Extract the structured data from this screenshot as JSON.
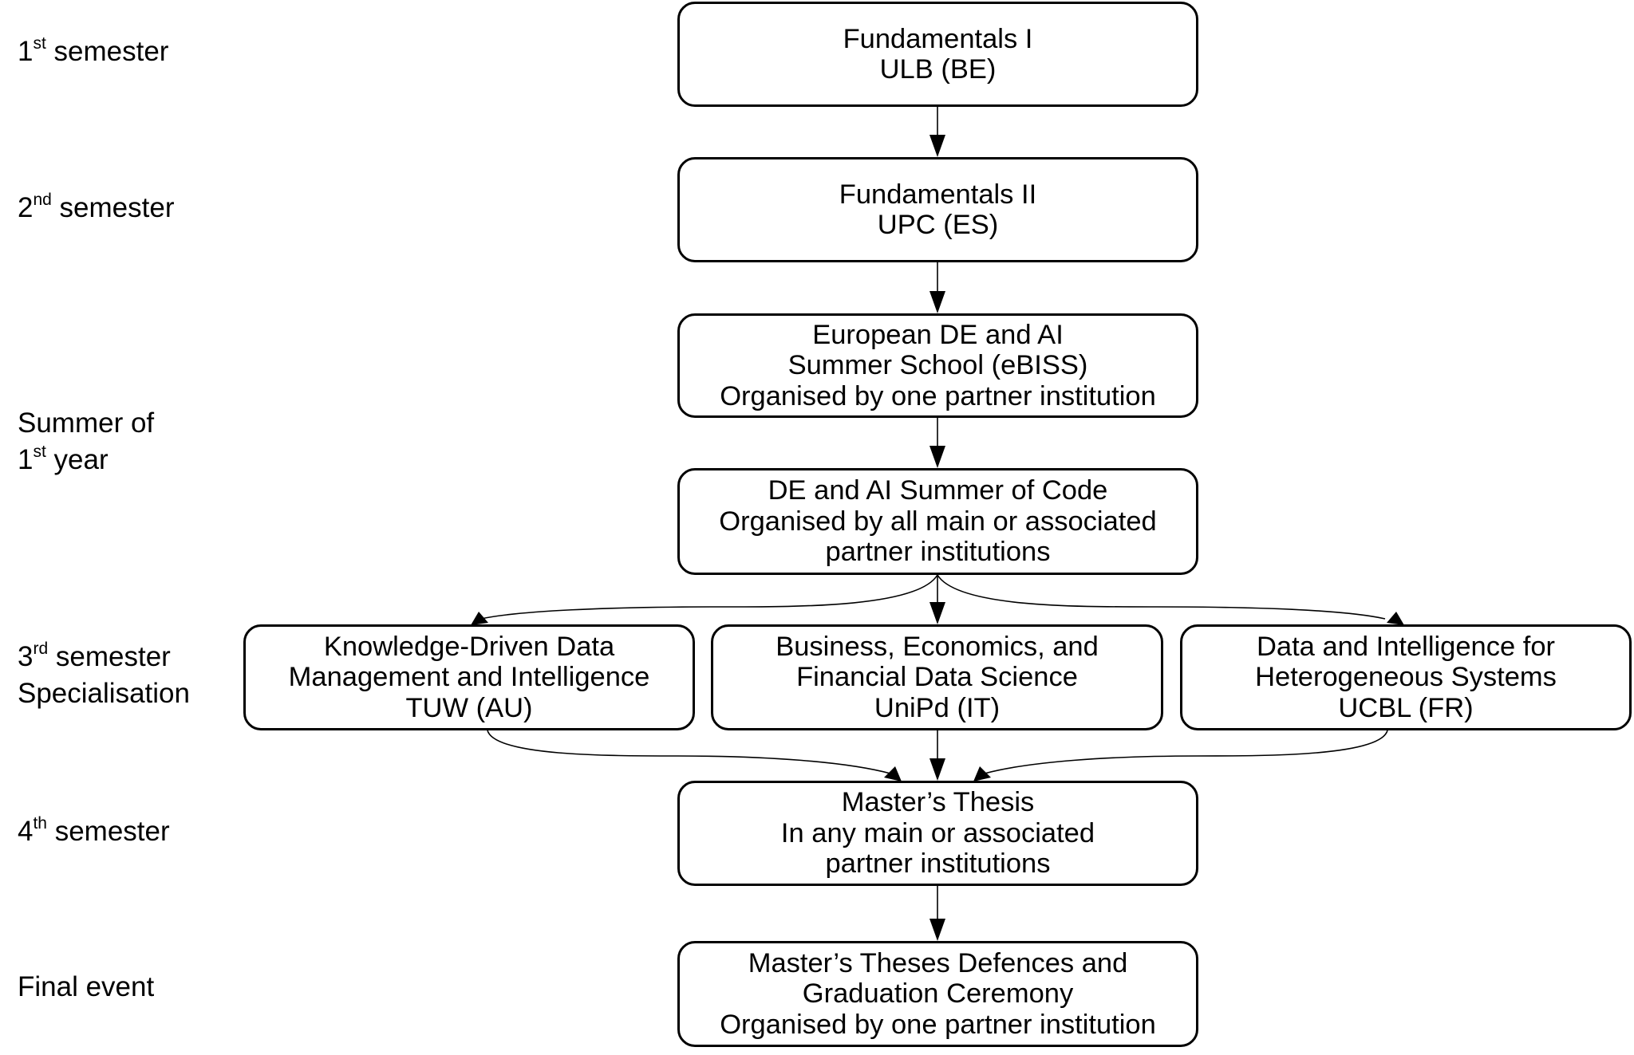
{
  "row_labels": [
    {
      "id": "sem1",
      "ordinal": "1",
      "suffix": "st",
      "text": " semester"
    },
    {
      "id": "sem2",
      "ordinal": "2",
      "suffix": "nd",
      "text": " semester"
    },
    {
      "id": "summer",
      "line1": "Summer of",
      "ordinal": "1",
      "suffix": "st",
      "text": " year"
    },
    {
      "id": "sem3",
      "ordinal": "3",
      "suffix": "rd",
      "text": " semester",
      "line2": "Specialisation"
    },
    {
      "id": "sem4",
      "ordinal": "4",
      "suffix": "th",
      "text": " semester"
    },
    {
      "id": "final",
      "line1": "Final event"
    }
  ],
  "nodes": {
    "fundamentals1": {
      "lines": [
        "Fundamentals I",
        "ULB (BE)"
      ]
    },
    "fundamentals2": {
      "lines": [
        "Fundamentals II",
        "UPC (ES)"
      ]
    },
    "summer_school": {
      "lines": [
        "European DE and AI",
        "Summer School (eBISS)",
        "Organised by one partner institution"
      ]
    },
    "summer_code": {
      "lines": [
        "DE and AI Summer of Code",
        "Organised by all main or associated",
        "partner institutions"
      ]
    },
    "spec_knowledge": {
      "lines": [
        "Knowledge-Driven Data",
        "Management and Intelligence",
        "TUW (AU)"
      ]
    },
    "spec_business": {
      "lines": [
        "Business, Economics, and",
        "Financial Data Science",
        "UniPd (IT)"
      ]
    },
    "spec_data": {
      "lines": [
        "Data and Intelligence for",
        "Heterogeneous Systems",
        "UCBL (FR)"
      ]
    },
    "thesis": {
      "lines": [
        "Master’s Thesis",
        "In any main or associated",
        "partner institutions"
      ]
    },
    "final_event": {
      "lines": [
        "Master’s Theses Defences and",
        "Graduation Ceremony",
        "Organised by one partner institution"
      ]
    }
  },
  "edges": [
    {
      "from": "fundamentals1",
      "to": "fundamentals2"
    },
    {
      "from": "fundamentals2",
      "to": "summer_school"
    },
    {
      "from": "summer_school",
      "to": "summer_code"
    },
    {
      "from": "summer_code",
      "to": "spec_knowledge"
    },
    {
      "from": "summer_code",
      "to": "spec_business"
    },
    {
      "from": "summer_code",
      "to": "spec_data"
    },
    {
      "from": "spec_knowledge",
      "to": "thesis"
    },
    {
      "from": "spec_business",
      "to": "thesis"
    },
    {
      "from": "spec_data",
      "to": "thesis"
    },
    {
      "from": "thesis",
      "to": "final_event"
    }
  ],
  "colors": {
    "stroke": "#000000",
    "background": "#ffffff",
    "text": "#000000"
  }
}
